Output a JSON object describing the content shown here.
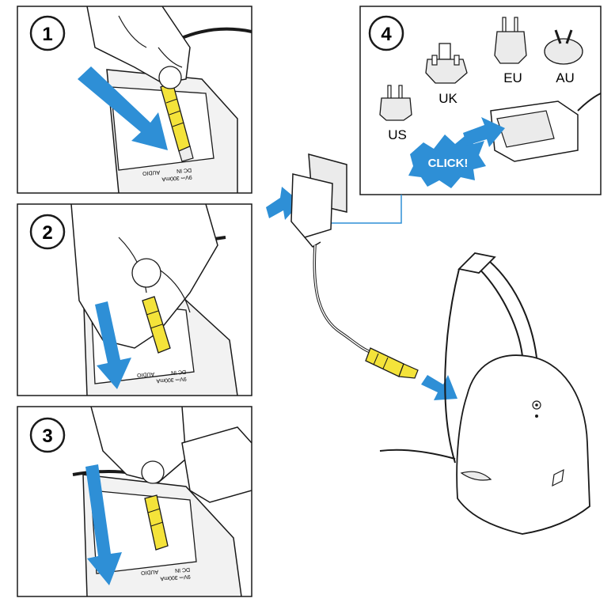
{
  "colors": {
    "arrow": "#2e8fd6",
    "plug_yellow": "#f4e33a",
    "outline": "#1a1a1a",
    "fill_light": "#ffffff",
    "fill_grey": "#ebebeb"
  },
  "panels": [
    {
      "number": "1",
      "jack_labels": [
        "DC IN",
        "9V⎓ 300mA",
        "AUDIO"
      ],
      "arrow_direction": "down-right",
      "icon": "plug-into-dc-jack-icon"
    },
    {
      "number": "2",
      "jack_labels": [
        "DC IN",
        "9V⎓ 300mA",
        "AUDIO"
      ],
      "arrow_direction": "down",
      "icon": "route-cable-icon"
    },
    {
      "number": "3",
      "jack_labels": [
        "DC IN",
        "9V⎓ 300mA",
        "AUDIO"
      ],
      "arrow_direction": "down",
      "icon": "route-cable-icon"
    },
    {
      "number": "4",
      "adapters": [
        "UK",
        "EU",
        "AU",
        "US"
      ],
      "click_label": "CLICK!",
      "icon": "plug-adapter-icon"
    }
  ]
}
